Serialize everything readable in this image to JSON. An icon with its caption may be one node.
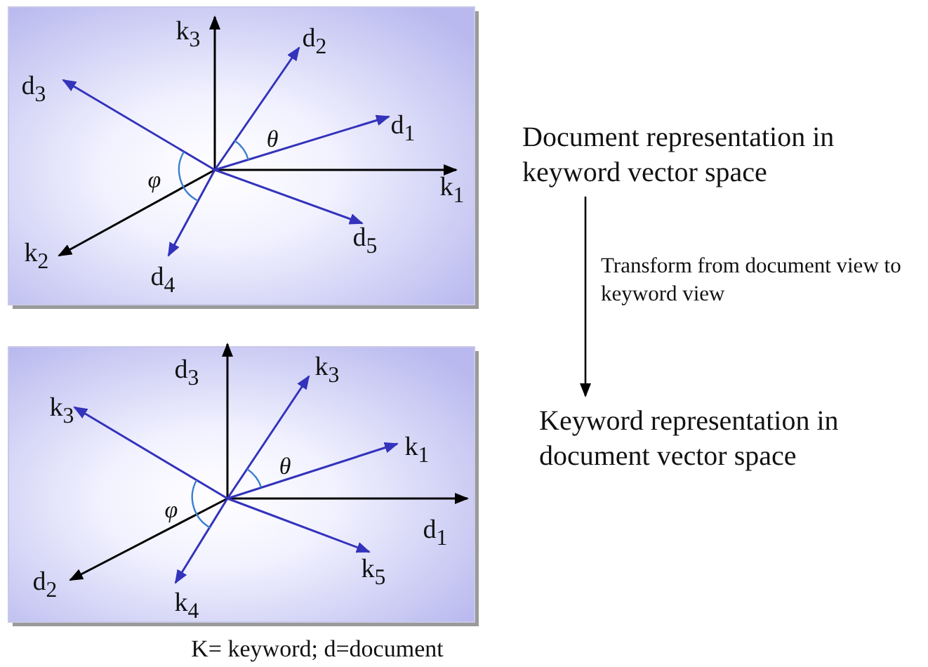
{
  "diagram": {
    "nodes": [
      {
        "text": [
          "Document representation in keyword vector space"
        ]
      },
      {
        "text": [
          "Keyword representation in document vector space"
        ]
      }
    ],
    "edges": [
      {
        "from": 0,
        "to": 1,
        "arrow": "to",
        "label": "Transform from document view to keyword view"
      }
    ],
    "labels": [
      "k$_{3}$",
      "d$_{2}$",
      "d$_{3}$",
      "θ",
      "d$_{1}$",
      "φ",
      "k$_{1}$",
      "d$_{5}$",
      "k$_{2}$",
      "d$_{4}$",
      "d$_{3}$",
      "k$_{3}$",
      "k$_{3}$",
      "θ",
      "k$_{1}$",
      "φ",
      "d$_{1}$",
      "k$_{5}$",
      "d$_{2}$",
      "k$_{4}$",
      "K= keyword; d=document"
    ]
  }
}
